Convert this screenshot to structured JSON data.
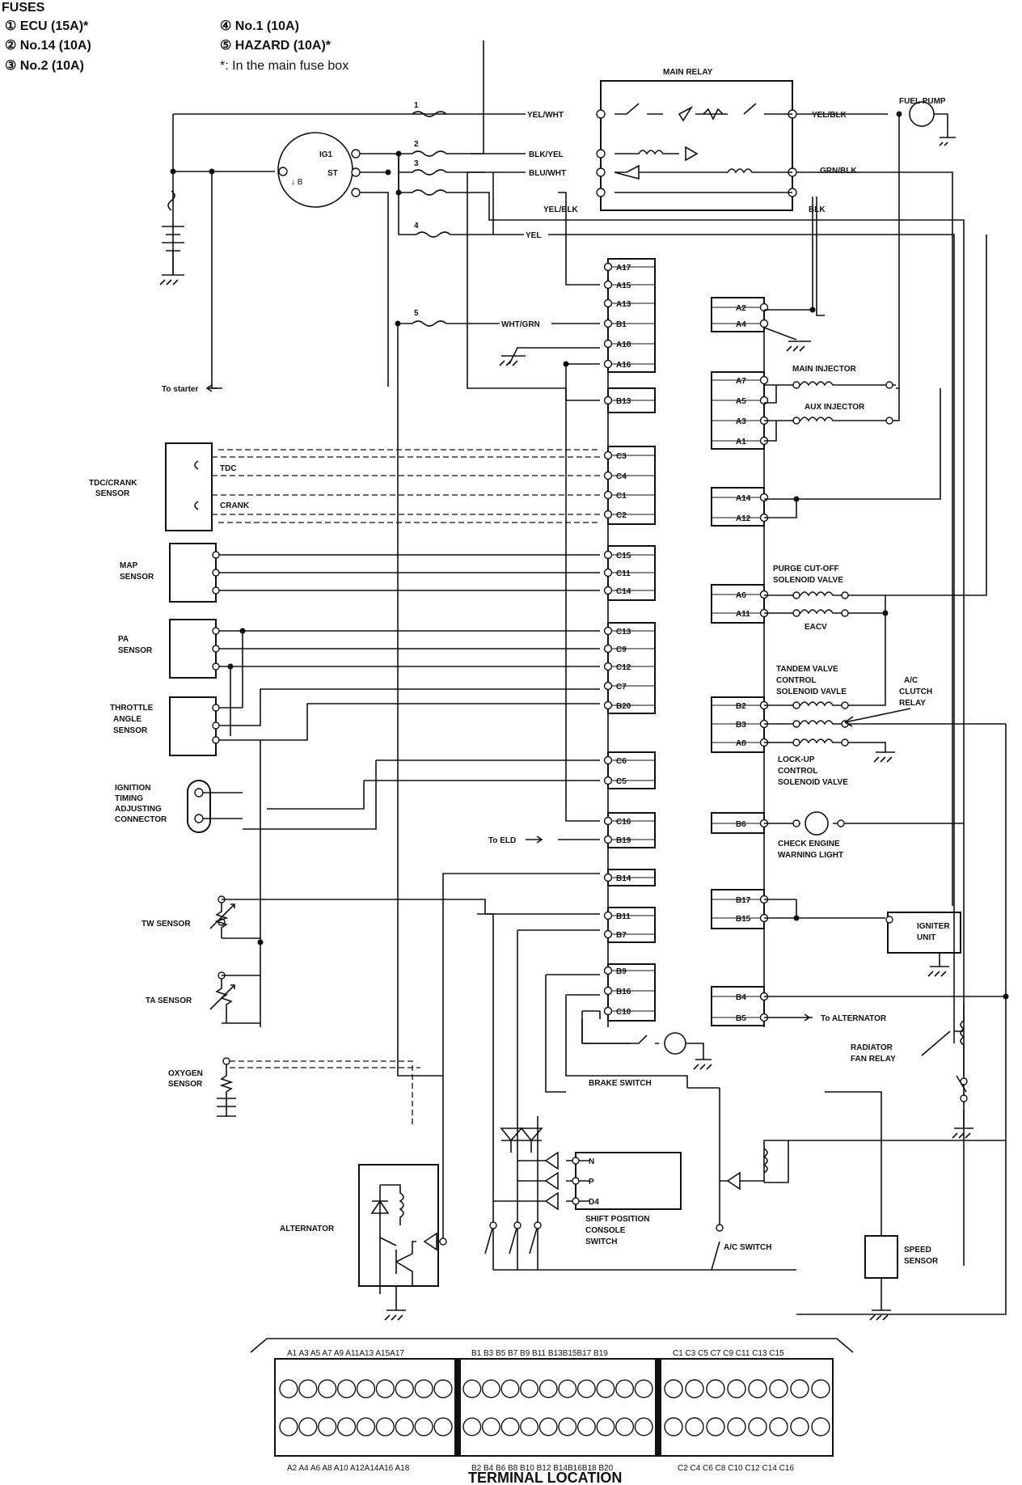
{
  "fuses": {
    "heading": "FUSES",
    "items": [
      "① ECU (15A)*",
      "② No.14 (10A)",
      "③ No.2 (10A)",
      "④ No.1 (10A)",
      "⑤ HAZARD (10A)*"
    ],
    "note": "*: In the main fuse box"
  },
  "labels": {
    "main_relay": "MAIN RELAY",
    "fuel_pump": "FUEL PUMP",
    "ig1": "IG1",
    "st": "ST",
    "to_starter": "To starter",
    "to_eld": "To ELD",
    "to_alternator": "To ALTERNATOR",
    "tdc_crank_sensor": [
      "TDC/CRANK",
      "SENSOR"
    ],
    "tdc": "TDC",
    "crank": "CRANK",
    "map_sensor": [
      "MAP",
      "SENSOR"
    ],
    "pa_sensor": [
      "PA",
      "SENSOR"
    ],
    "throttle_angle_sensor": [
      "THROTTLE",
      "ANGLE",
      "SENSOR"
    ],
    "ignition_timing_connector": [
      "IGNITION",
      "TIMING",
      "ADJUSTING",
      "CONNECTOR"
    ],
    "tw_sensor": "TW SENSOR",
    "ta_sensor": "TA SENSOR",
    "oxygen_sensor": [
      "OXYGEN",
      "SENSOR"
    ],
    "alternator": "ALTERNATOR",
    "main_injector": "MAIN INJECTOR",
    "aux_injector": "AUX INJECTOR",
    "purge_valve": [
      "PURGE CUT-OFF",
      "SOLENOID VALVE"
    ],
    "eacv": "EACV",
    "tandem_valve": [
      "TANDEM VALVE",
      "CONTROL",
      "SOLENOID VAVLE"
    ],
    "ac_clutch_relay": [
      "A/C",
      "CLUTCH",
      "RELAY"
    ],
    "lockup_valve": [
      "LOCK-UP",
      "CONTROL",
      "SOLENOID VALVE"
    ],
    "check_engine": [
      "CHECK ENGINE",
      "WARNING LIGHT"
    ],
    "igniter_unit": [
      "IGNITER",
      "UNIT"
    ],
    "radiator_fan_relay": [
      "RADIATOR",
      "FAN RELAY"
    ],
    "brake_switch": "BRAKE SWITCH",
    "shift_switch": [
      "SHIFT POSITION",
      "CONSOLE",
      "SWITCH"
    ],
    "shift_positions": [
      "N",
      "P",
      "D4"
    ],
    "ac_switch": "A/C SWITCH",
    "speed_sensor": [
      "SPEED",
      "SENSOR"
    ]
  },
  "wires": {
    "yel_wht": "YEL/WHT",
    "blk_yel": "BLK/YEL",
    "blu_wht": "BLU/WHT",
    "yel_blk": "YEL/BLK",
    "yel": "YEL",
    "wht_grn": "WHT/GRN",
    "grn_blk": "GRN/BLK",
    "blk": "BLK"
  },
  "ecu_pins": {
    "left": [
      "A17",
      "A15",
      "A13",
      "B1",
      "A18",
      "A16",
      "B13",
      "C3",
      "C4",
      "C1",
      "C2",
      "C15",
      "C11",
      "C14",
      "C13",
      "C9",
      "C12",
      "C7",
      "B20",
      "C6",
      "C5",
      "C16",
      "B19",
      "B14",
      "B11",
      "B7",
      "B9",
      "B16",
      "C10"
    ],
    "right": [
      "A2",
      "A4",
      "A7",
      "A5",
      "A3",
      "A1",
      "A14",
      "A12",
      "A6",
      "A11",
      "B2",
      "B3",
      "A8",
      "B6",
      "B17",
      "B15",
      "B4",
      "B5"
    ]
  },
  "terminal": {
    "title": "TERMINAL LOCATION",
    "groups": [
      {
        "top": "A1 A3 A5 A7 A9 A11A13 A15A17",
        "bottom": "A2 A4 A6 A8 A10 A12A14A16 A18",
        "circles": 9
      },
      {
        "top": "B1 B3 B5 B7 B9 B11 B13B15B17 B19",
        "bottom": "B2 B4 B6 B8 B10 B12 B14B16B18 B20",
        "circles": 10
      },
      {
        "top": "C1 C3 C5 C7 C9 C11 C13 C15",
        "bottom": "C2 C4 C6 C8 C10 C12 C14 C16",
        "circles": 8
      }
    ]
  }
}
